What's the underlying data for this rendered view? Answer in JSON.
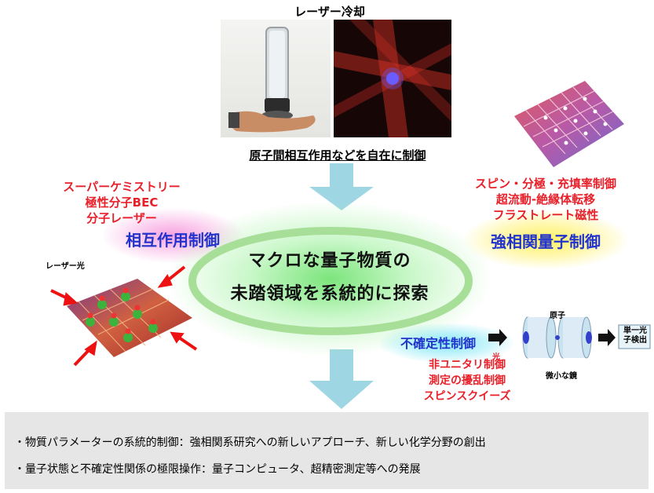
{
  "top": {
    "title": "レーザー冷却",
    "caption": "原子間相互作用などを自在に制御"
  },
  "left": {
    "items": [
      "スーパーケミストリー",
      "極性分子BEC",
      "分子レーザー"
    ],
    "heading": "相互作用制御",
    "laser_label": "レーザー光"
  },
  "right": {
    "items": [
      "スピン・分極・充填率制御",
      "超流動-絶縁体転移",
      "フラストレート磁性"
    ],
    "heading": "強相関量子制御"
  },
  "center": {
    "line1": "マクロな量子物質の",
    "line2": "未踏領域を系統的に探索"
  },
  "uncertainty": {
    "heading": "不確定性制御",
    "items": [
      "非ユニタリ制御",
      "測定の擾乱制御",
      "スピンスクイーズ"
    ],
    "light_label": "光",
    "atom_label": "原子",
    "mirror_label": "微小な鏡",
    "detector_label": "単一光子検出"
  },
  "bottom": {
    "line1": "・物質パラメーターの系統的制御：強相関系研究への新しいアプローチ、新しい化学分野の創出",
    "line2": "・量子状態と不確定性関係の極限操作：量子コンピュータ、超精密測定等への発展"
  },
  "colors": {
    "red": "#e8202a",
    "blue": "#2233cc",
    "arrow": "#9fd6e4",
    "ellipse": "#a8df98"
  }
}
